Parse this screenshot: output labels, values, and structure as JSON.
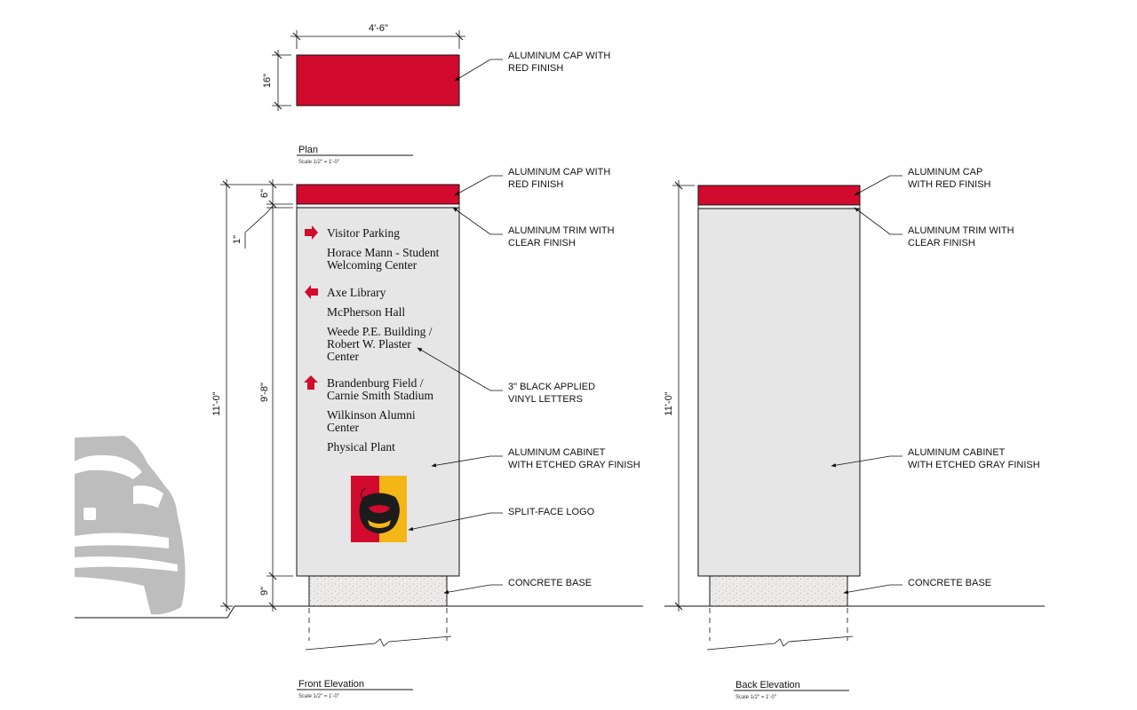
{
  "colors": {
    "red": "#d20a2e",
    "cabinet_gray": "#e6e6e6",
    "concrete": "#ecebea",
    "car_gray": "#bdbdbd",
    "logo_gold": "#f4b517"
  },
  "plan": {
    "title": "Plan",
    "scale": "Scale 1/2\" = 1'-0\"",
    "dim_width": "4'-6\"",
    "dim_depth": "16\"",
    "note_cap": [
      "ALUMINUM CAP WITH",
      "RED FINISH"
    ]
  },
  "front": {
    "title": "Front Elevation",
    "scale": "Scale 1/2\" = 1'-0\"",
    "dim_total": "11'-0\"",
    "dim_cap": "6\"",
    "dim_trim": "1\"",
    "dim_cabinet": "9'-8\"",
    "dim_base": "9\"",
    "notes": {
      "cap": [
        "ALUMINUM CAP WITH",
        "RED FINISH"
      ],
      "trim": [
        "ALUMINUM TRIM WITH",
        "CLEAR FINISH"
      ],
      "letters": [
        "3\" BLACK APPLIED",
        "VINYL LETTERS"
      ],
      "cabinet": [
        "ALUMINUM CABINET",
        "WITH ETCHED GRAY FINISH"
      ],
      "logo": [
        "SPLIT-FACE LOGO"
      ],
      "base": [
        "CONCRETE BASE"
      ]
    },
    "directory": {
      "right": [
        "Visitor Parking",
        "Horace Mann - Student",
        "Welcoming Center"
      ],
      "left": [
        "Axe Library",
        "McPherson Hall",
        "Weede P.E. Building /",
        "Robert W. Plaster",
        "Center"
      ],
      "up": [
        "Brandenburg Field /",
        "Carnie Smith Stadium",
        "Wilkinson Alumni",
        "Center",
        "Physical Plant"
      ]
    }
  },
  "back": {
    "title": "Back Elevation",
    "scale": "Scale 1/2\" = 1'-0\"",
    "dim_total": "11'-0\"",
    "notes": {
      "cap": [
        "ALUMINUM CAP",
        "WITH RED FINISH"
      ],
      "trim": [
        "ALUMINUM TRIM WITH",
        "CLEAR FINISH"
      ],
      "cabinet": [
        "ALUMINUM CABINET",
        "WITH ETCHED GRAY FINISH"
      ],
      "base": [
        "CONCRETE BASE"
      ]
    }
  }
}
